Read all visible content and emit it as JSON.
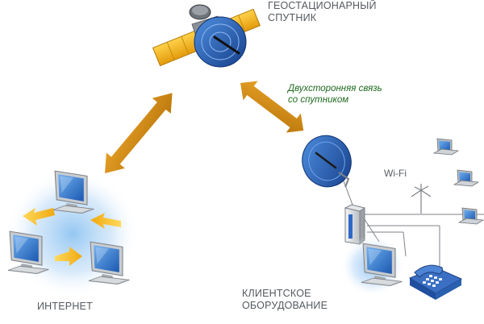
{
  "labels": {
    "satellite": [
      "ГЕОСТАЦИОНАРНЫЙ",
      "СПУТНИК"
    ],
    "link_note": [
      "Двухсторонняя связь",
      "со спутником"
    ],
    "internet": "ИНТЕРНЕТ",
    "client": [
      "КЛИЕНТСКОЕ",
      "ОБОРУДОВАНИЕ"
    ],
    "wifi": "Wi-Fi"
  },
  "colors": {
    "arrow": "#d08a10",
    "arrow_light": "#f2b23a",
    "dish": "#1f5fb5",
    "panel": "#f0b51c",
    "glow": "#8fc4f2",
    "note_text": "#1e6a1e"
  },
  "icons": [
    "satellite-icon",
    "dish-icon",
    "modem-icon",
    "antenna-icon",
    "computer-icon",
    "laptop-icon",
    "phone-icon"
  ]
}
